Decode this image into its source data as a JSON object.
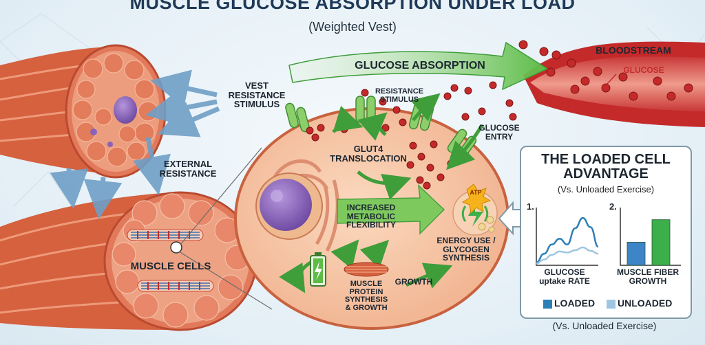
{
  "title": "MUSCLE GLUCOSE ABSORPTION UNDER LOAD",
  "subtitle": "(Weighted Vest)",
  "labels": {
    "vest_stimulus": "VEST\nRESISTANCE\nSTIMULUS",
    "external_resistance": "EXTERNAL\nRESISTANCE",
    "muscle_cells": "MUSCLE CELLS",
    "glucose_absorption": "GLUCOSE ABSORPTION",
    "bloodstream": "BLOODSTREAM",
    "glucose": "GLUCOSE",
    "resistance_stimulus": "RESISTANCE\nSTIMULUS",
    "glucose_entry": "GLUCOSE\nENTRY",
    "glut4": "GLUT4\nTRANSLOCATION",
    "metabolic": "INCREASED\nMETABOLIC\nFLEXIBILITY",
    "atp": "ATP",
    "energy_use": "ENERGY USE /\nGLYCOGEN\nSYNTHESIS",
    "protein_synthesis": "MUSCLE\nPROTEIN\nSYNTHESIS\n& GROWTH",
    "growth": "GROWTH"
  },
  "panel": {
    "title": "THE LOADED CELL\nADVANTAGE",
    "subtitle": "(Vs. Unloaded Exercise)",
    "chart1_number": "1.",
    "chart2_number": "2.",
    "chart1_label": "GLUCOSE\nuptake RATE",
    "chart2_label": "MUSCLE FIBER\nGROWTH",
    "legend_loaded": "LOADED",
    "legend_unloaded": "UNLOADED",
    "footer": "(Vs. Unloaded Exercise)"
  },
  "colors": {
    "loaded": "#2e7fb8",
    "unloaded": "#9ec6e2",
    "growth_loaded": "#3cae4a",
    "growth_unloaded": "#3d85c6",
    "arrow_green": "#5cbc47",
    "muscle": "#d9694a",
    "cell": "#f6c4a2",
    "nucleus": "#8a62b8",
    "blood": "#c42a2a"
  },
  "chart_data": [
    {
      "type": "line",
      "title": "",
      "xlabel": "GLUCOSE uptake RATE",
      "ylabel": "",
      "x": [
        0,
        1,
        2,
        3,
        4,
        5,
        6,
        7,
        8
      ],
      "series": [
        {
          "name": "LOADED",
          "values": [
            0.5,
            2.0,
            3.6,
            4.6,
            3.6,
            6.4,
            8.2,
            6.6,
            3.2
          ]
        },
        {
          "name": "UNLOADED",
          "values": [
            0.3,
            1.0,
            1.8,
            2.4,
            2.2,
            2.6,
            3.1,
            2.5,
            2.0
          ]
        }
      ],
      "ylim": [
        0,
        10
      ]
    },
    {
      "type": "bar",
      "title": "",
      "xlabel": "MUSCLE FIBER GROWTH",
      "ylabel": "",
      "categories": [
        "UNLOADED",
        "LOADED"
      ],
      "values": [
        4.0,
        7.9
      ],
      "ylim": [
        0,
        10
      ]
    }
  ]
}
